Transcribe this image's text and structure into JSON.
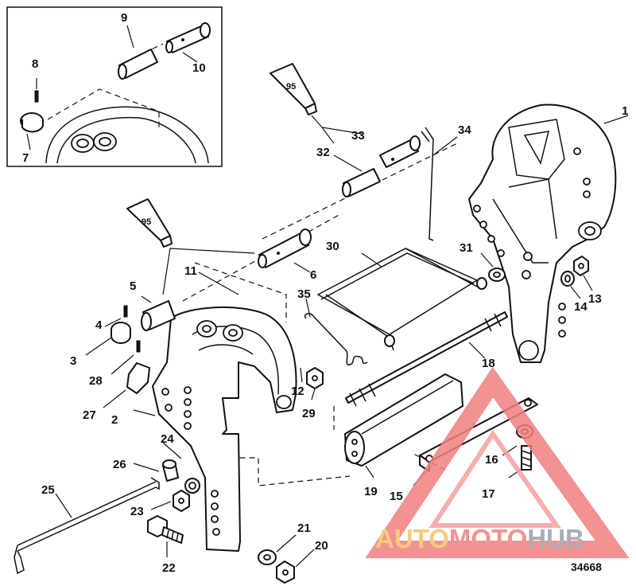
{
  "callouts": [
    {
      "id": "c1",
      "text": "1"
    },
    {
      "id": "c2",
      "text": "2"
    },
    {
      "id": "c3",
      "text": "3"
    },
    {
      "id": "c4",
      "text": "4"
    },
    {
      "id": "c5",
      "text": "5"
    },
    {
      "id": "c6",
      "text": "6"
    },
    {
      "id": "c7",
      "text": "7"
    },
    {
      "id": "c8",
      "text": "8"
    },
    {
      "id": "c9",
      "text": "9"
    },
    {
      "id": "c10",
      "text": "10"
    },
    {
      "id": "c11",
      "text": "11"
    },
    {
      "id": "c12",
      "text": "12"
    },
    {
      "id": "c13",
      "text": "13"
    },
    {
      "id": "c14",
      "text": "14"
    },
    {
      "id": "c15",
      "text": "15"
    },
    {
      "id": "c16",
      "text": "16"
    },
    {
      "id": "c17",
      "text": "17"
    },
    {
      "id": "c18",
      "text": "18"
    },
    {
      "id": "c19",
      "text": "19"
    },
    {
      "id": "c20",
      "text": "20"
    },
    {
      "id": "c21",
      "text": "21"
    },
    {
      "id": "c22",
      "text": "22"
    },
    {
      "id": "c23",
      "text": "23"
    },
    {
      "id": "c24",
      "text": "24"
    },
    {
      "id": "c25",
      "text": "25"
    },
    {
      "id": "c26",
      "text": "26"
    },
    {
      "id": "c27",
      "text": "27"
    },
    {
      "id": "c28",
      "text": "28"
    },
    {
      "id": "c29",
      "text": "29"
    },
    {
      "id": "c30",
      "text": "30"
    },
    {
      "id": "c31",
      "text": "31"
    },
    {
      "id": "c32",
      "text": "32"
    },
    {
      "id": "c33",
      "text": "33"
    },
    {
      "id": "c34",
      "text": "34"
    },
    {
      "id": "c35",
      "text": "35"
    }
  ],
  "grease_tubes": [
    {
      "id": "tube_top",
      "label": "95"
    },
    {
      "id": "tube_left",
      "label": "95"
    }
  ],
  "figure_number": "34668",
  "watermark": {
    "text_part1": "AUTO",
    "text_part2": "MOTO",
    "text_part3": "HUB",
    "color_primary": "#f08080",
    "color_secondary": "#f5c36b",
    "color_text_dark": "#9aa0a6"
  }
}
